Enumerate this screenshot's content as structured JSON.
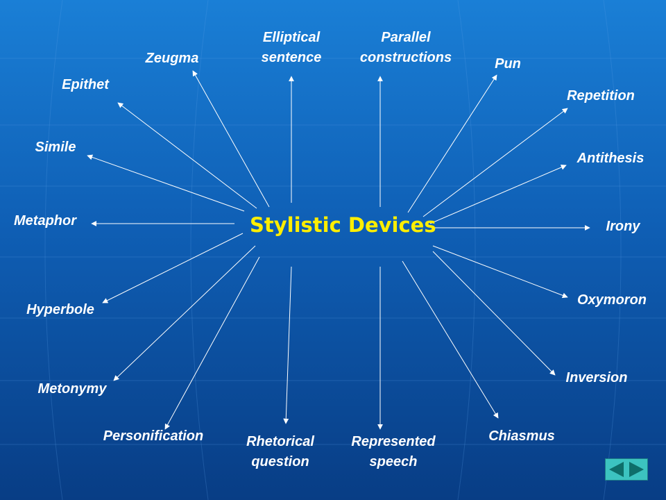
{
  "center_label": "Stylistic Devices",
  "devices": [
    {
      "id": "zeugma",
      "lines": [
        "Zeugma"
      ]
    },
    {
      "id": "elliptical-sentence",
      "lines": [
        "Elliptical",
        "sentence"
      ]
    },
    {
      "id": "parallel-constructions",
      "lines": [
        "Parallel",
        "constructions"
      ]
    },
    {
      "id": "pun",
      "lines": [
        "Pun"
      ]
    },
    {
      "id": "epithet",
      "lines": [
        "Epithet"
      ]
    },
    {
      "id": "repetition",
      "lines": [
        "Repetition"
      ]
    },
    {
      "id": "simile",
      "lines": [
        "Simile"
      ]
    },
    {
      "id": "antithesis",
      "lines": [
        "Antithesis"
      ]
    },
    {
      "id": "metaphor",
      "lines": [
        "Metaphor"
      ]
    },
    {
      "id": "irony",
      "lines": [
        "Irony"
      ]
    },
    {
      "id": "oxymoron",
      "lines": [
        "Oxymoron"
      ]
    },
    {
      "id": "hyperbole",
      "lines": [
        "Hyperbole"
      ]
    },
    {
      "id": "inversion",
      "lines": [
        "Inversion"
      ]
    },
    {
      "id": "metonymy",
      "lines": [
        "Metonymy"
      ]
    },
    {
      "id": "personification",
      "lines": [
        "Personification"
      ]
    },
    {
      "id": "chiasmus",
      "lines": [
        "Chiasmus"
      ]
    },
    {
      "id": "rhetorical-question",
      "lines": [
        "Rhetorical",
        "question"
      ]
    },
    {
      "id": "represented-speech",
      "lines": [
        "Represented",
        "speech"
      ]
    }
  ],
  "navigation": {
    "back_icon": "triangle-left-icon",
    "forward_icon": "triangle-right-icon"
  },
  "colors": {
    "background": "#0f5fb5",
    "center_text": "#ffee00",
    "label_text": "#ffffff",
    "nav_button": "#3cc3c0"
  }
}
